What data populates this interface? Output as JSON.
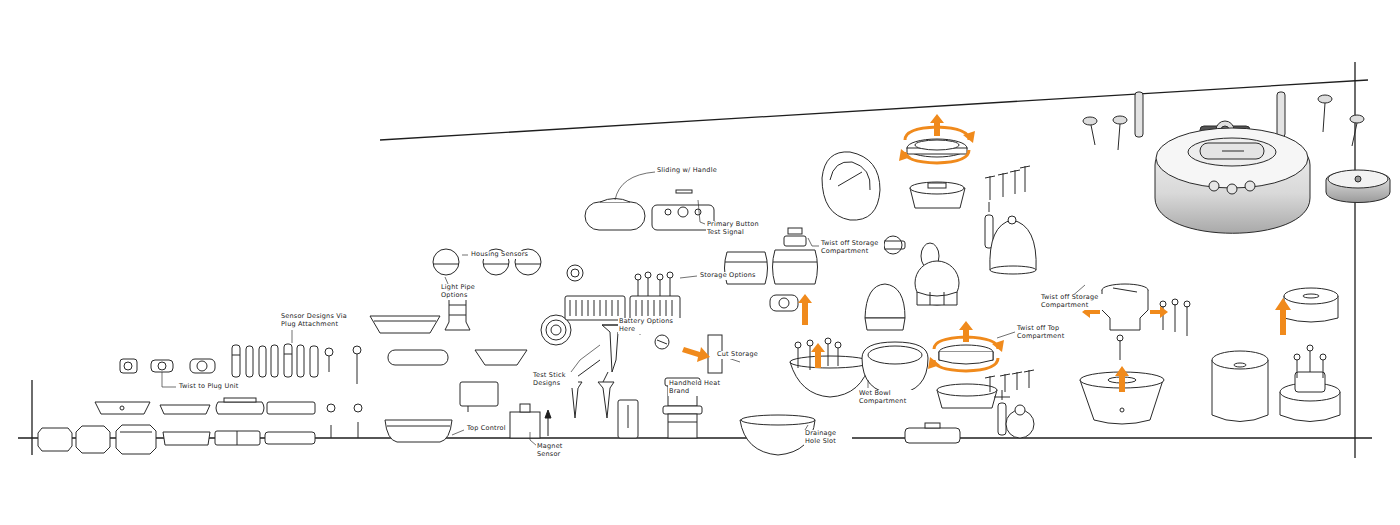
{
  "diagram": {
    "labels": [
      "Twist to Plug Unit",
      "Sensor Designs Via Plug Attachment",
      "Top Control",
      "Housing Sensors",
      "Light Pipe Options",
      "Sliding w/ Handle",
      "Primary Button Test Signal",
      "Storage Options",
      "Twist off Storage Compartment",
      "Battery Options Here",
      "Test Stick Designs",
      "Magnet Sensor",
      "Cut Storage",
      "Handheld Heat Brand",
      "Drainage Hole Slot",
      "Wet Bowl Compartment",
      "Twist off Top Compartment",
      "Twist off Storage Compartment"
    ]
  }
}
